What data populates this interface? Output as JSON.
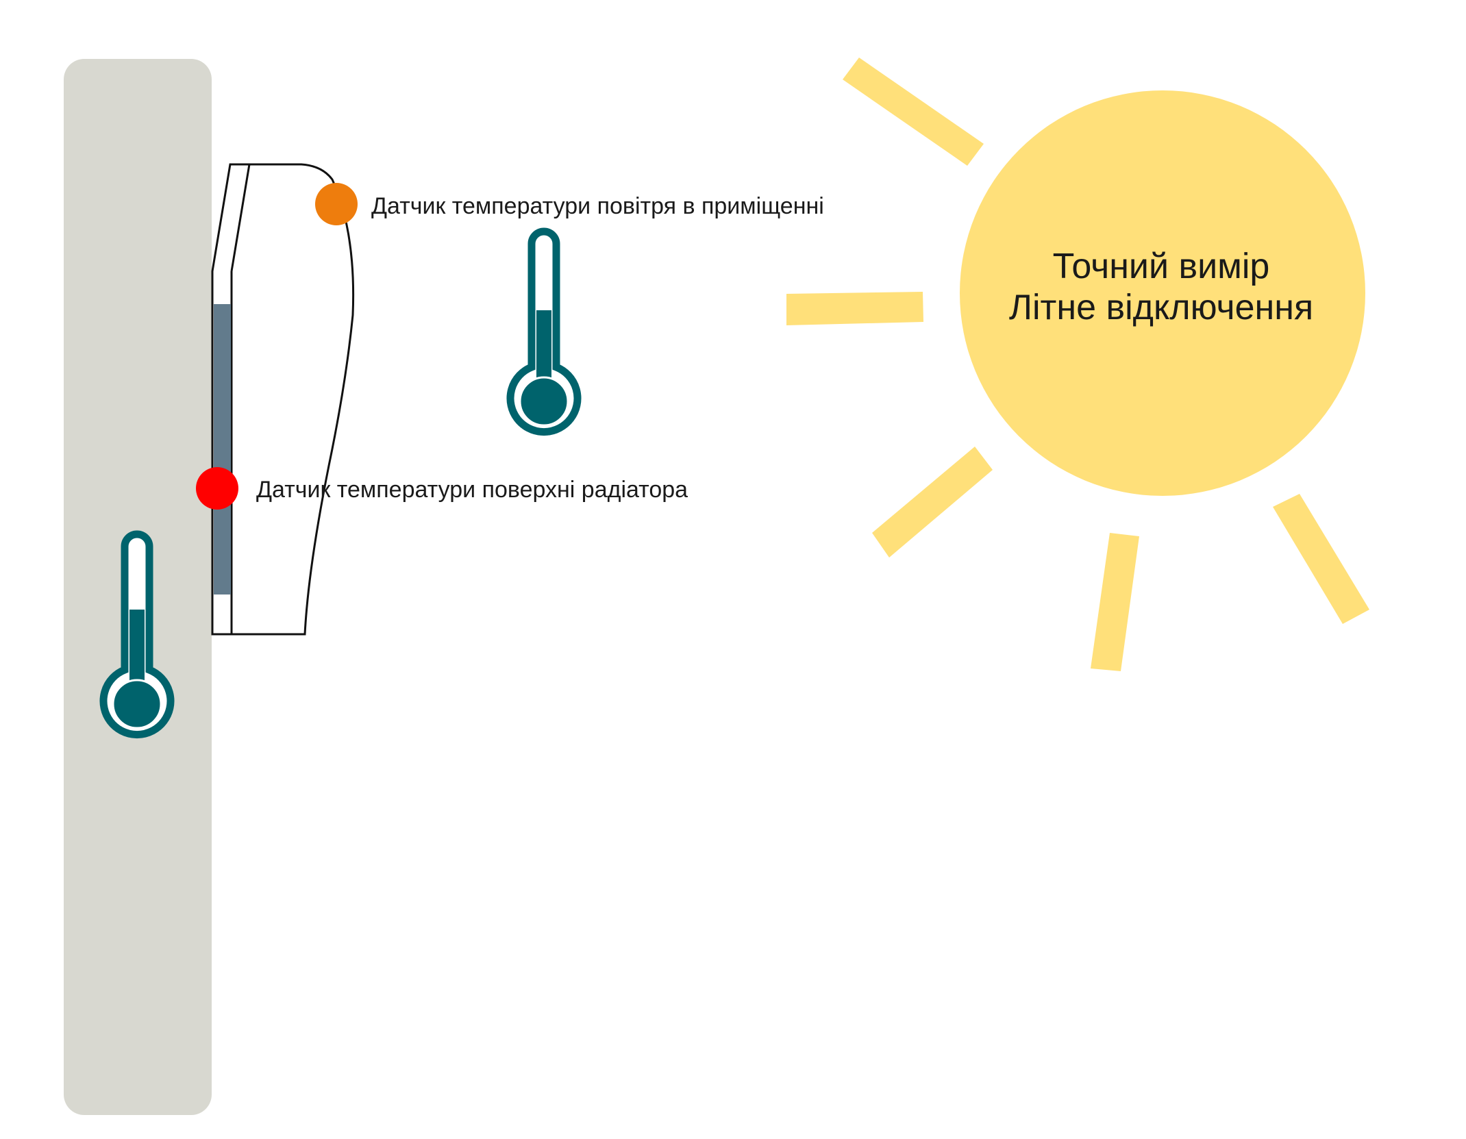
{
  "sensors": {
    "air": {
      "label": "Датчик температури повітря в приміщенні",
      "color": "#ee7d0d"
    },
    "surface": {
      "label": "Датчик температури поверхні радіатора",
      "color": "#ff0000"
    }
  },
  "sun": {
    "line1": "Точний вимір",
    "line2": "Літне відключення",
    "color": "#ffe07a"
  },
  "colors": {
    "wall": "#d8d8d0",
    "thermometer": "#00636c",
    "panel": "#627b8c"
  },
  "icons": {
    "thermometer": "thermometer-icon",
    "sun": "sun-icon"
  }
}
